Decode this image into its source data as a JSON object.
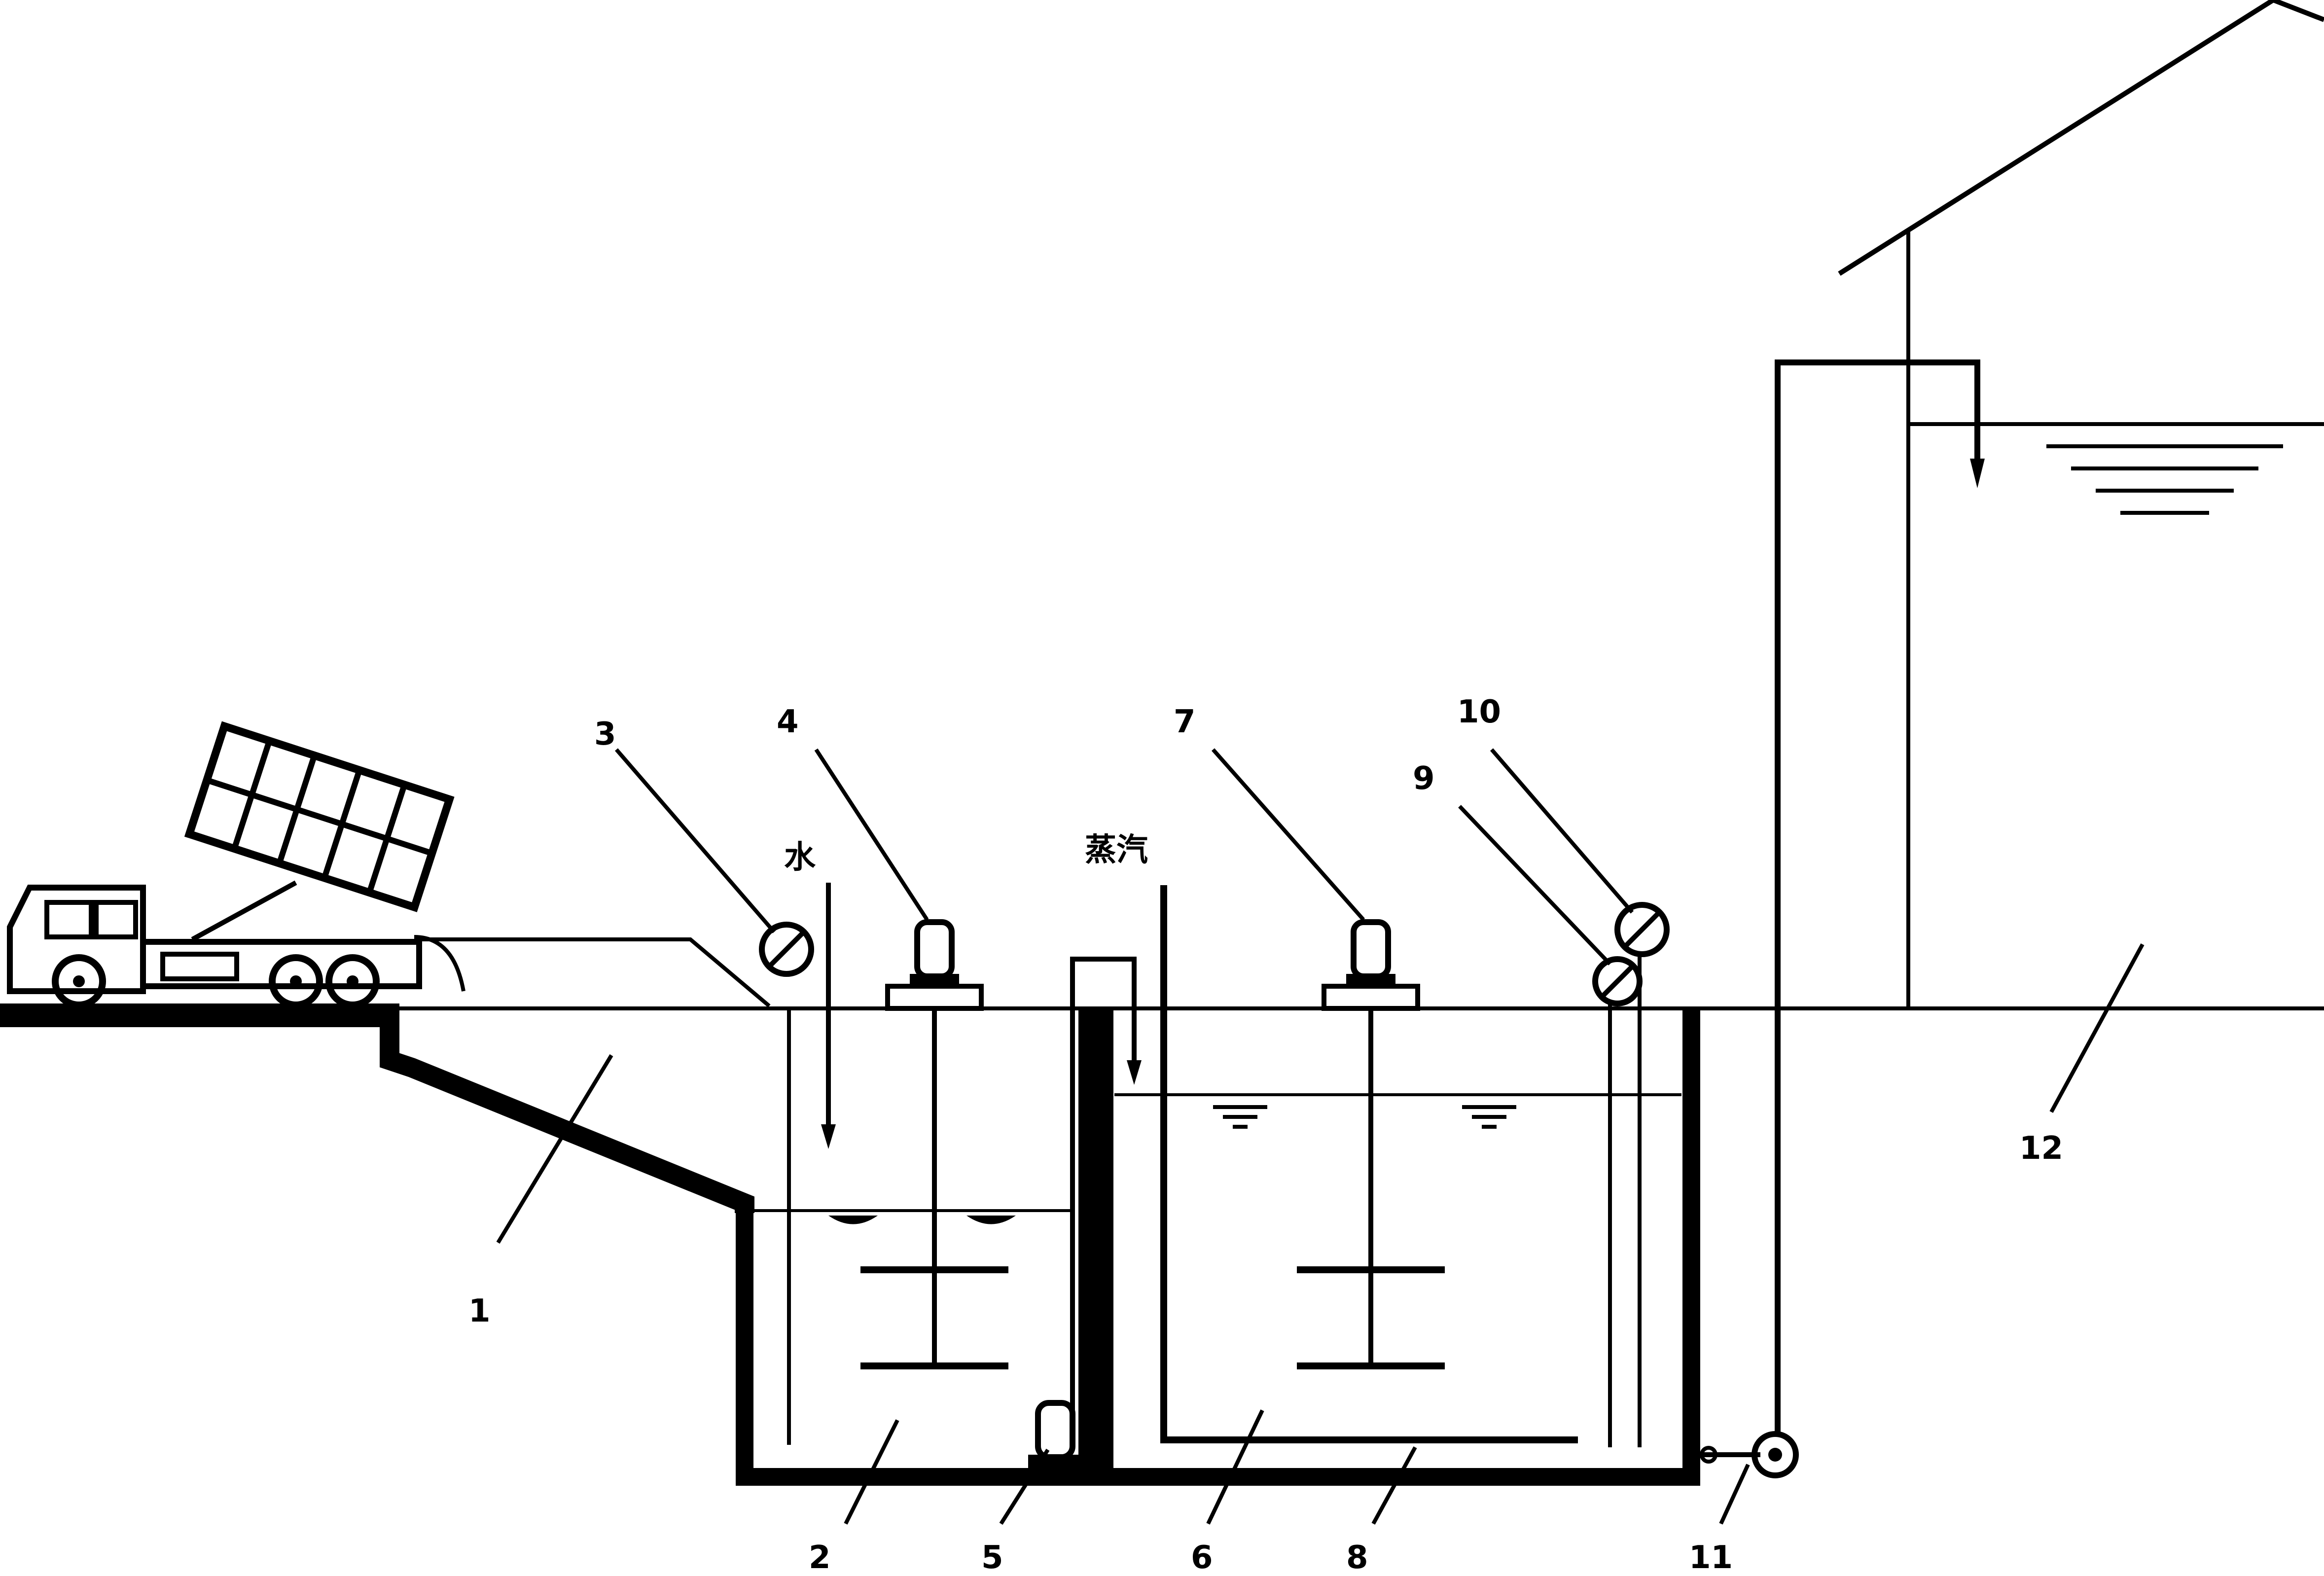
{
  "annotations": {
    "water": "水",
    "steam": "蒸汽"
  },
  "labels": {
    "n1": "1",
    "n2": "2",
    "n3": "3",
    "n4": "4",
    "n5": "5",
    "n6": "6",
    "n7": "7",
    "n8": "8",
    "n9": "9",
    "n10": "10",
    "n11": "11",
    "n12": "12"
  },
  "colors": {
    "line": "#000000",
    "background": "#ffffff"
  }
}
